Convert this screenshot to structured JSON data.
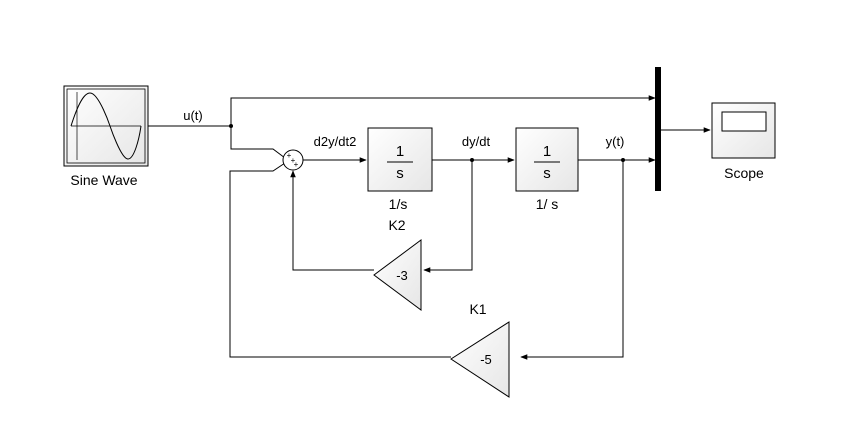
{
  "blocks": {
    "sine_wave": {
      "label": "Sine Wave"
    },
    "integrator1": {
      "numerator": "1",
      "denominator": "s",
      "label": "1/s"
    },
    "integrator2": {
      "numerator": "1",
      "denominator": "s",
      "label": "1/ s"
    },
    "gain_k2": {
      "value": "-3",
      "label": "K2"
    },
    "gain_k1": {
      "value": "-5",
      "label": "K1"
    },
    "scope": {
      "label": "Scope"
    },
    "sum": {
      "signs": [
        "+",
        "+",
        "+"
      ]
    }
  },
  "signals": {
    "u": "u(t)",
    "d2y": "d2y/dt2",
    "dy": "dy/dt",
    "y": "y(t)"
  },
  "colors": {
    "line": "#000000",
    "block_fill_top": "#ffffff",
    "block_fill_bottom": "#e8e8e8",
    "mux_bar": "#000000"
  }
}
